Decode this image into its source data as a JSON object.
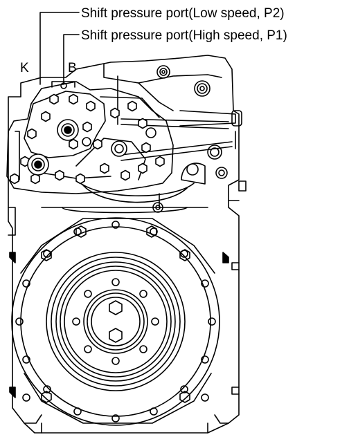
{
  "labels": {
    "port_low": "Shift pressure port(Low speed, P2)",
    "port_high": "Shift pressure port(High speed, P1)",
    "k": "K",
    "b": "B"
  },
  "colors": {
    "line": "#000000",
    "background": "#ffffff",
    "shade": "#bfbfbf"
  }
}
